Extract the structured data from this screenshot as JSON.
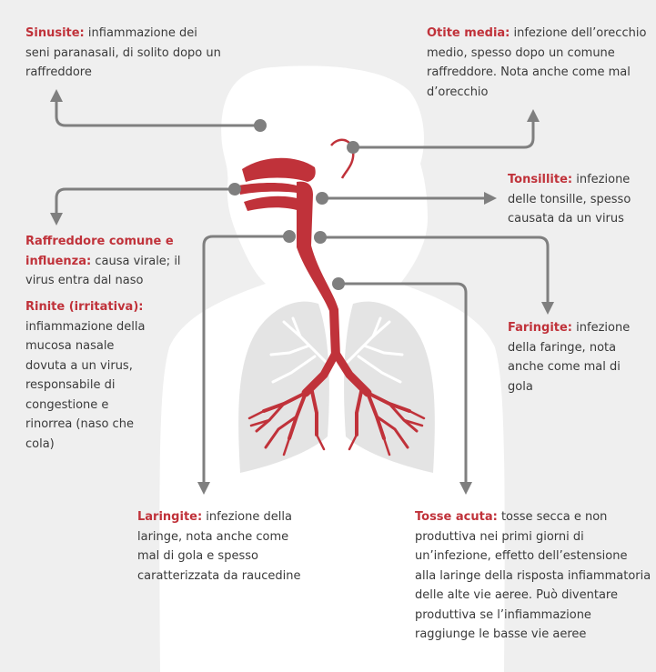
{
  "colors": {
    "background": "#efefef",
    "body_silhouette": "#ffffff",
    "lungs": "#e4e4e4",
    "airway": "#c0323a",
    "bronchi_inner": "#ffffff",
    "connector": "#7f7f7f",
    "term": "#c0323a",
    "text": "#3a3a3a"
  },
  "labels": {
    "sinusite": {
      "term": "Sinusite:",
      "text": " infiammazione dei seni paranasali, di solito dopo un raffreddore"
    },
    "otite": {
      "term": "Otite media:",
      "text": " infezione dell’orecchio medio, spesso dopo un comune raffreddore. Nota anche come mal d’orecchio"
    },
    "tonsillite": {
      "term": "Tonsillite:",
      "text": " infezione delle tonsille, spesso causata da un virus"
    },
    "raffreddore": {
      "term": "Raffreddore comune e influenza:",
      "text": " causa virale; il virus entra dal naso"
    },
    "rinite": {
      "term": "Rinite (irritativa):",
      "text": " infiammazione della mucosa nasale dovuta a un virus, responsabile di congestione e rinorrea (naso che cola)"
    },
    "faringite": {
      "term": "Faringite:",
      "text": " infezione della faringe, nota anche come mal di gola"
    },
    "laringite": {
      "term": "Laringite:",
      "text": " infezione della laringe, nota anche come mal di gola e spesso caratterizzata da raucedine"
    },
    "tosse": {
      "term": "Tosse acuta:",
      "text": " tosse secca e non produttiva nei primi giorni di un’infezione, effetto dell’estensione alla laringe della risposta infiammatoria delle alte vie aeree. Può diventare produttiva se l’infiammazione raggiunge le basse vie aeree"
    }
  }
}
